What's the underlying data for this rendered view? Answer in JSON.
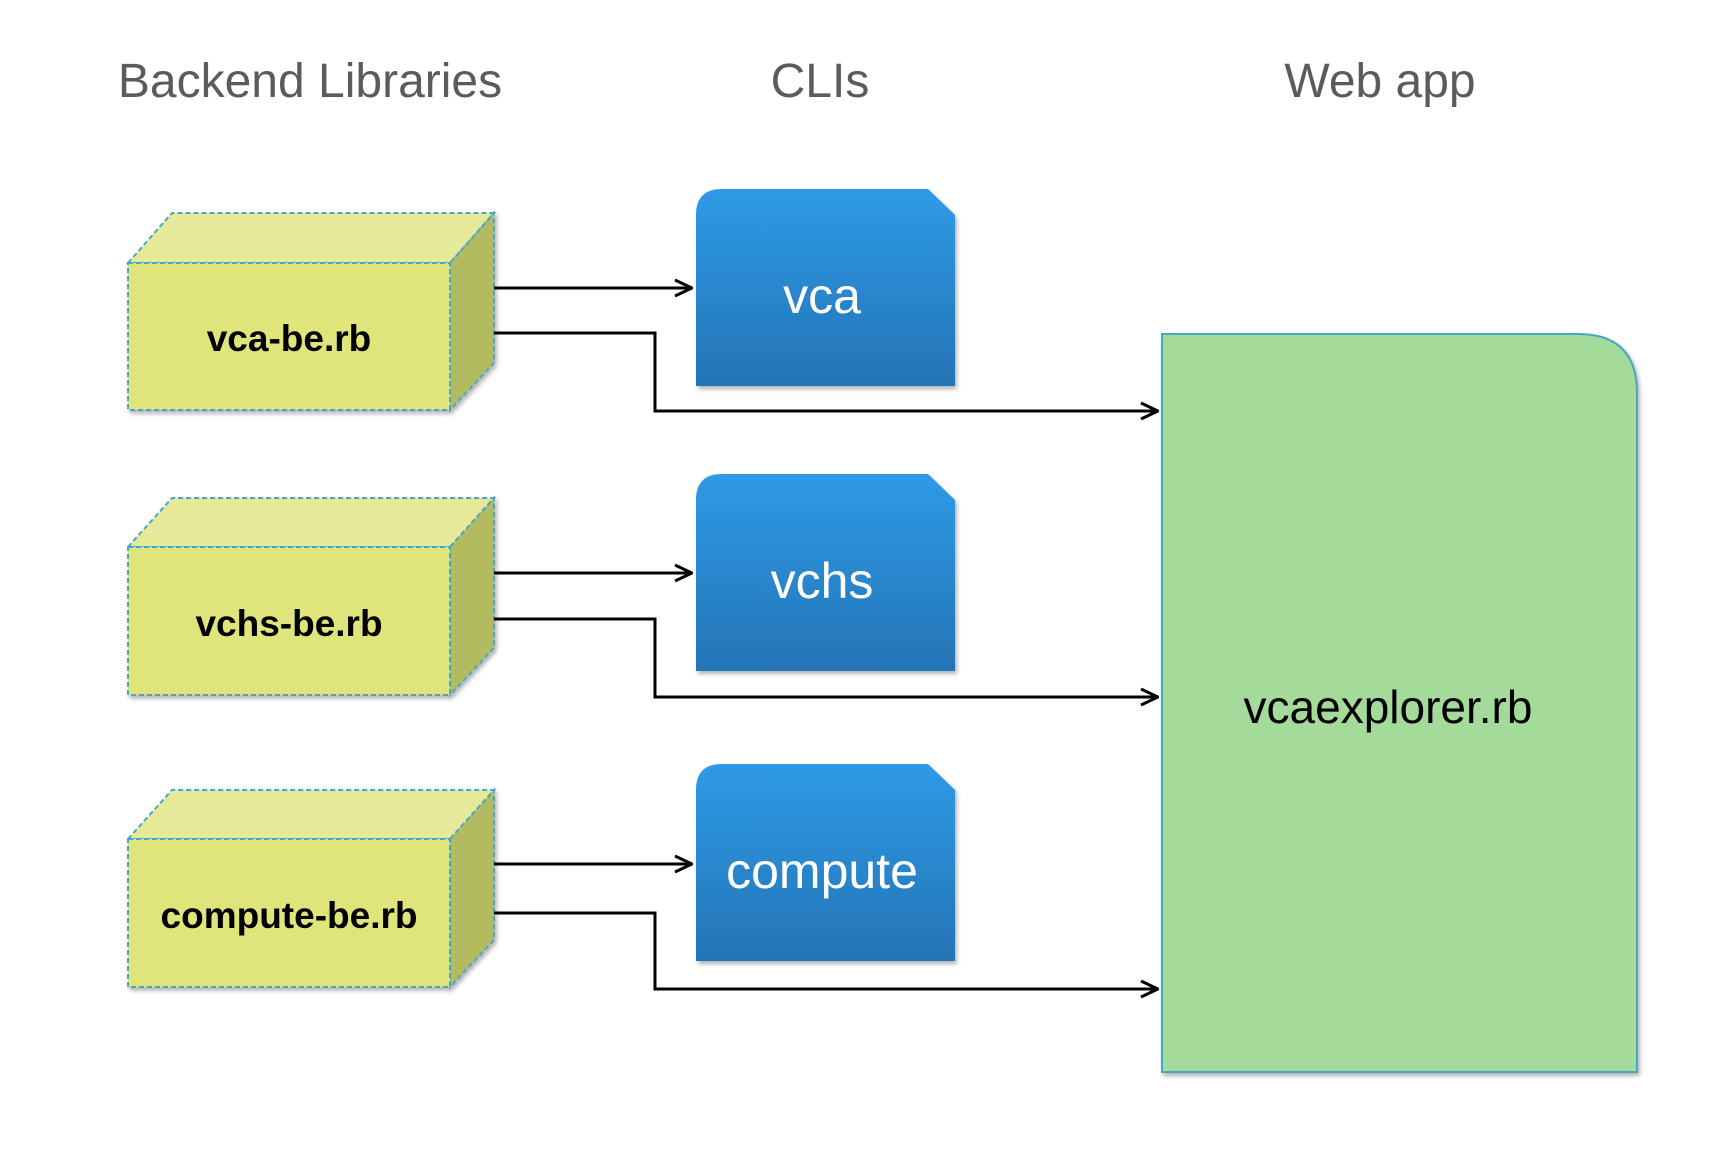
{
  "headers": {
    "backend": "Backend Libraries",
    "clis": "CLIs",
    "webapp": "Web app"
  },
  "libraries": [
    {
      "label": "vca-be.rb"
    },
    {
      "label": "vchs-be.rb"
    },
    {
      "label": "compute-be.rb"
    }
  ],
  "clis": [
    {
      "label": "vca"
    },
    {
      "label": "vchs"
    },
    {
      "label": "compute"
    }
  ],
  "webapp": {
    "label": "vcaexplorer.rb"
  },
  "colors": {
    "library_front": "#dfe57a",
    "library_top": "#e6ea98",
    "library_side": "#b2bb5e",
    "library_border": "#4aa7c4",
    "cli_top": "#2f9ae6",
    "cli_bottom": "#2474b6",
    "webapp_fill": "#a4da9a",
    "webapp_border": "#4aa7c4",
    "arrow": "#000000",
    "header_text": "#5b5b5b"
  },
  "connections": [
    {
      "from": "vca-be.rb",
      "to": "vca"
    },
    {
      "from": "vca-be.rb",
      "to": "vcaexplorer.rb"
    },
    {
      "from": "vchs-be.rb",
      "to": "vchs"
    },
    {
      "from": "vchs-be.rb",
      "to": "vcaexplorer.rb"
    },
    {
      "from": "compute-be.rb",
      "to": "compute"
    },
    {
      "from": "compute-be.rb",
      "to": "vcaexplorer.rb"
    }
  ]
}
